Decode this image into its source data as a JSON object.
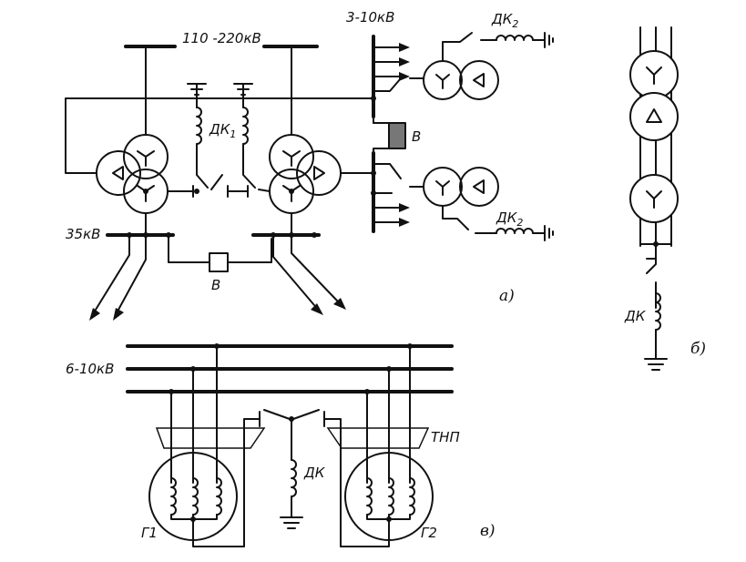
{
  "figure": {
    "part_a": {
      "hv_bus_label": "110 -220кВ",
      "mv_bus_label": "3-10кВ",
      "lv_bus_label": "35кВ",
      "coil_dk1": "ДК",
      "coil_dk1_sub": "1",
      "coil_dk2_top": "ДК",
      "coil_dk2_top_sub": "2",
      "coil_dk2_bottom": "ДК",
      "coil_dk2_bottom_sub": "2",
      "breaker_mv": "В",
      "breaker_lv": "В",
      "caption": "а)"
    },
    "part_b": {
      "coil": "ДК",
      "caption": "б)"
    },
    "part_c": {
      "bus_label": "6-10кВ",
      "coil": "ДК",
      "transformer_label": "ТНП",
      "generator_1": "Г1",
      "generator_2": "Г2",
      "caption": "в)"
    }
  }
}
